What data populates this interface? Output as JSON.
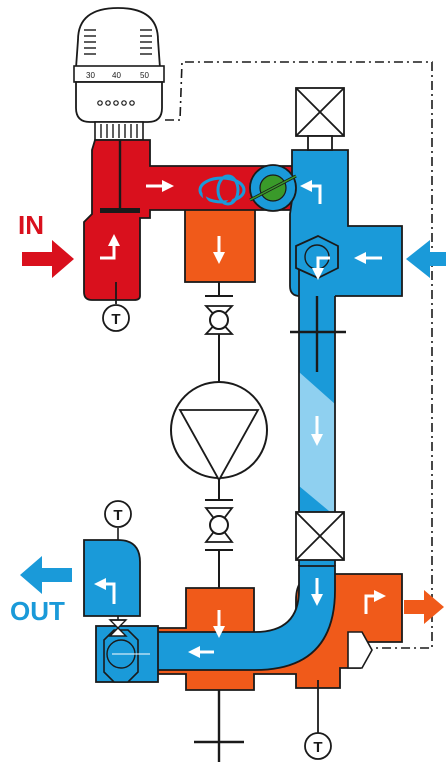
{
  "labels": {
    "inlet": "IN",
    "outlet": "OUT",
    "sensor": "T"
  },
  "thermostat": {
    "scale_30": "30",
    "scale_40": "40",
    "scale_50": "50"
  },
  "colors": {
    "hot": "#d9101d",
    "warm": "#f05a1a",
    "cold": "#1a9ad9",
    "light_cold": "#8fd0f0",
    "outline": "#1a1a1a",
    "valve_green": "#3a9a2a"
  },
  "icons": {
    "inlet_arrow": "arrow-right-icon",
    "outlet_arrow": "arrow-left-icon",
    "return_arrow": "arrow-left-icon",
    "output_arrow": "arrow-right-icon"
  }
}
